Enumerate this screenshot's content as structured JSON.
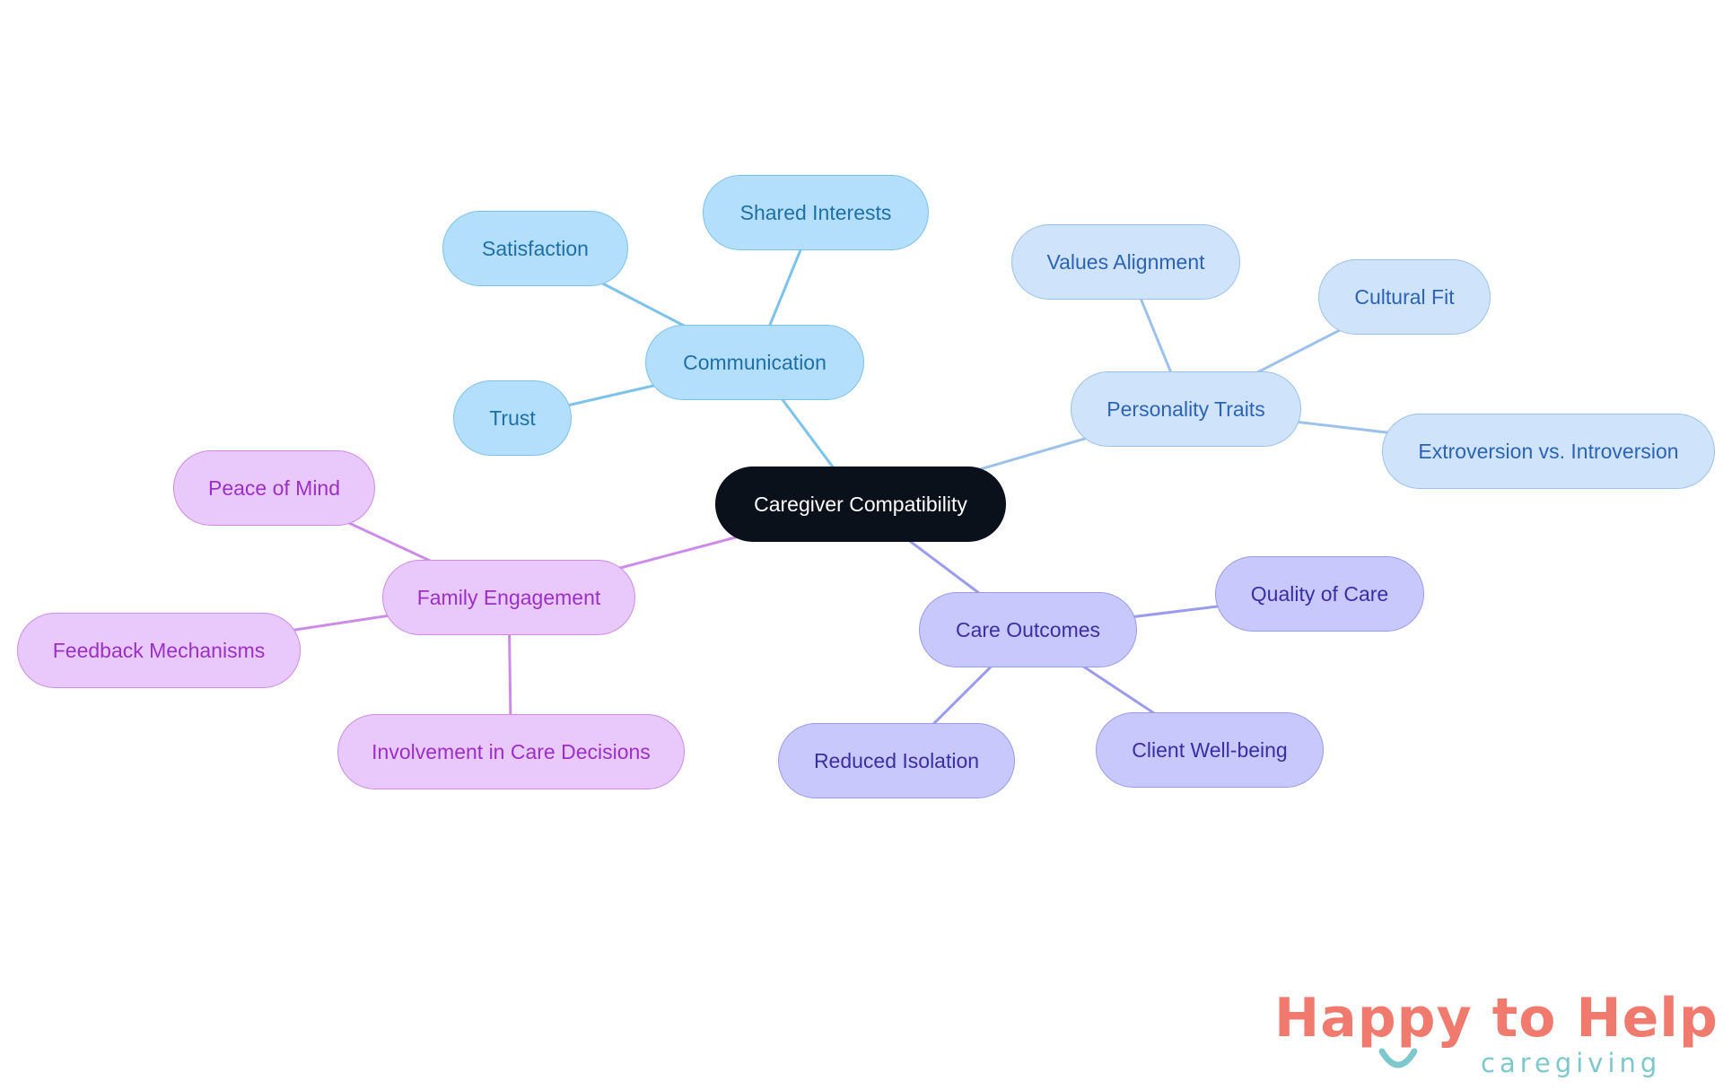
{
  "root": {
    "id": "root",
    "label": "Caregiver Compatibility"
  },
  "branches": [
    {
      "id": "communication",
      "label": "Communication",
      "line_color": "#7cc3ec",
      "children": [
        {
          "id": "satisfaction",
          "label": "Satisfaction"
        },
        {
          "id": "shared-interests",
          "label": "Shared Interests"
        },
        {
          "id": "trust",
          "label": "Trust"
        }
      ]
    },
    {
      "id": "personality",
      "label": "Personality Traits",
      "line_color": "#9cc2ec",
      "children": [
        {
          "id": "values-alignment",
          "label": "Values Alignment"
        },
        {
          "id": "cultural-fit",
          "label": "Cultural Fit"
        },
        {
          "id": "extroversion",
          "label": "Extroversion vs. Introversion"
        }
      ]
    },
    {
      "id": "outcomes",
      "label": "Care Outcomes",
      "line_color": "#9b9bee",
      "children": [
        {
          "id": "quality-of-care",
          "label": "Quality of Care"
        },
        {
          "id": "client-wellbeing",
          "label": "Client Well-being"
        },
        {
          "id": "reduced-isolation",
          "label": "Reduced Isolation"
        }
      ]
    },
    {
      "id": "family",
      "label": "Family Engagement",
      "line_color": "#cc8be8",
      "children": [
        {
          "id": "peace-of-mind",
          "label": "Peace of Mind"
        },
        {
          "id": "feedback",
          "label": "Feedback Mechanisms"
        },
        {
          "id": "involvement",
          "label": "Involvement in Care Decisions"
        }
      ]
    }
  ],
  "logo": {
    "title": "Happy to Help",
    "subtitle": "caregiving",
    "smile_color": "#7cc8cc",
    "title_color": "#f07a6e"
  }
}
